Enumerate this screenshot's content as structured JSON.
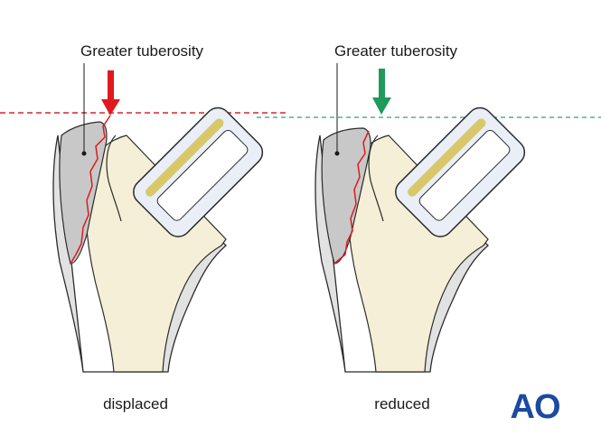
{
  "panels": [
    {
      "label": "Greater tuberosity",
      "caption": "displaced",
      "arrow_color": "#e0191e",
      "line_color": "#d9252a"
    },
    {
      "label": "Greater tuberosity",
      "caption": "reduced",
      "arrow_color": "#1f9a5a",
      "line_color": "#3a9a7a"
    }
  ],
  "logo": {
    "text": "AO",
    "color": "#1b4aa0"
  },
  "colors": {
    "bone_fill": "#f4efd6",
    "cortex_fill": "#e2e2e2",
    "cortex_dark": "#c8c8c8",
    "bone_outline": "#2b2b2b",
    "implant_fill": "#e9eef7",
    "implant_slot": "#ffffff",
    "implant_stem": "#d8c86a",
    "fracture_line": "#e0191e"
  }
}
